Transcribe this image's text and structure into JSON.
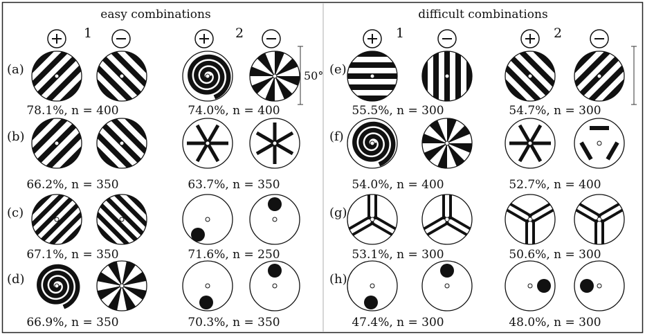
{
  "headers": {
    "easy": "easy combinations",
    "difficult": "difficult combinations"
  },
  "plus_symbol": "+",
  "minus_symbol": "−",
  "column_numbers": [
    "1",
    "2",
    "1",
    "2"
  ],
  "scale_label": "50°",
  "rows": [
    {
      "label": "(a)",
      "left_label": "(a)",
      "right_label": "(e)",
      "captions": [
        "78.1%, n = 400",
        "74.0%, n = 400",
        "55.5%, n = 300",
        "54.7%, n = 300"
      ],
      "stimuli": [
        "stripes-diag-up",
        "stripes-diag-down",
        "spiral",
        "sectors",
        "stripes-horizontal",
        "stripes-vertical",
        "stripes-diag-down",
        "stripes-diag-up"
      ]
    },
    {
      "label": "(b)",
      "left_label": "(b)",
      "right_label": "(f)",
      "captions": [
        "66.2%, n = 350",
        "63.7%, n = 350",
        "54.0%, n = 400",
        "52.7%, n = 400"
      ],
      "stimuli": [
        "stripes-diag-up",
        "stripes-diag-down",
        "spokes-6",
        "spokes-6-rot",
        "spiral",
        "sectors",
        "spokes-6",
        "triangle-bars"
      ]
    },
    {
      "label": "(c)",
      "left_label": "(c)",
      "right_label": "(g)",
      "captions": [
        "67.1%, n = 350",
        "71.6%, n = 250",
        "53.1%, n = 300",
        "50.6%, n = 300"
      ],
      "stimuli": [
        "stripes-diag-up-fine",
        "stripes-diag-down-fine",
        "dot-bottom-left",
        "dot-top-right",
        "y-double-a",
        "y-double-b",
        "y-double-c",
        "y-double-d"
      ]
    },
    {
      "label": "(d)",
      "left_label": "(d)",
      "right_label": "(h)",
      "captions": [
        "66.9%, n = 350",
        "70.3%, n = 350",
        "47.4%, n = 300",
        "48.0%, n = 300"
      ],
      "stimuli": [
        "spiral-no-rim",
        "sectors-fine",
        "dot-bottom",
        "dot-top",
        "dot-bottom",
        "dot-top",
        "dot-right",
        "dot-left"
      ]
    }
  ]
}
